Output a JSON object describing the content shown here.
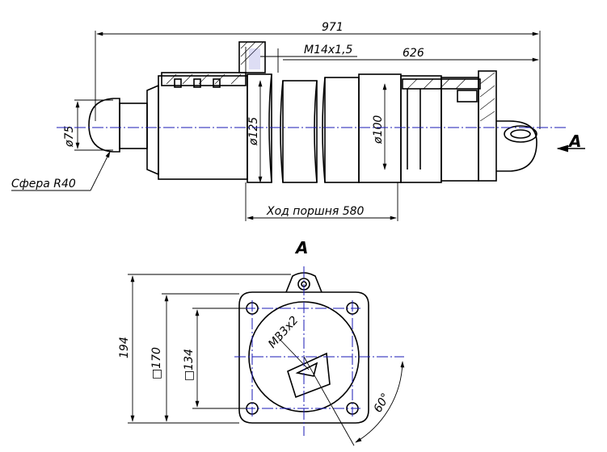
{
  "drawing": {
    "colors": {
      "line": "#000000",
      "centerline": "#1a1ab4",
      "background": "#ffffff"
    },
    "top_view": {
      "overall_length": "971",
      "thread_port": "M14x1,5",
      "mount_length": "626",
      "rod_diameter": "ø75",
      "bore_diameter": "ø125",
      "piston_rod_inner": "ø100",
      "sphere_label": "Сфера R40",
      "stroke_label": "Ход поршня 580",
      "view_arrow": "A"
    },
    "end_view": {
      "view_title": "A",
      "height_total": "194",
      "flange_square": "□170",
      "bolt_square": "□134",
      "thread_center": "M33x2",
      "angle": "60°"
    }
  }
}
